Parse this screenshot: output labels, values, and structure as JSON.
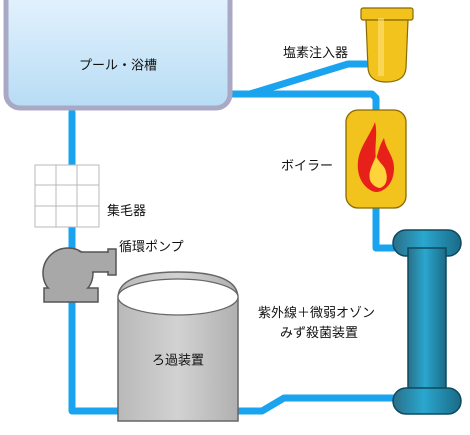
{
  "labels": {
    "pool": "プール・浴槽",
    "chlorinator": "塩素注入器",
    "boiler": "ボイラー",
    "hair_catcher": "集毛器",
    "pump": "循環ポンプ",
    "filter": "ろ過装置",
    "uv_line1": "紫外線＋微弱オゾン",
    "uv_line2": "みず殺菌装置"
  },
  "colors": {
    "pipe": "#1aa3ee",
    "pool_top": "#e9f5ff",
    "pool_bottom": "#b7dcf4",
    "pool_border": "#a9a9c6",
    "chlorinator": "#f2c21d",
    "boiler": "#f2c21d",
    "flame_outer": "#e8201a",
    "flame_inner": "#ffd43a",
    "pump": "#a8a8a8",
    "filter": "#c4c4c4",
    "uv_unit": "#1b8fb5"
  },
  "icons": [
    "flame-icon",
    "pump-icon",
    "hair-catcher-grid"
  ]
}
